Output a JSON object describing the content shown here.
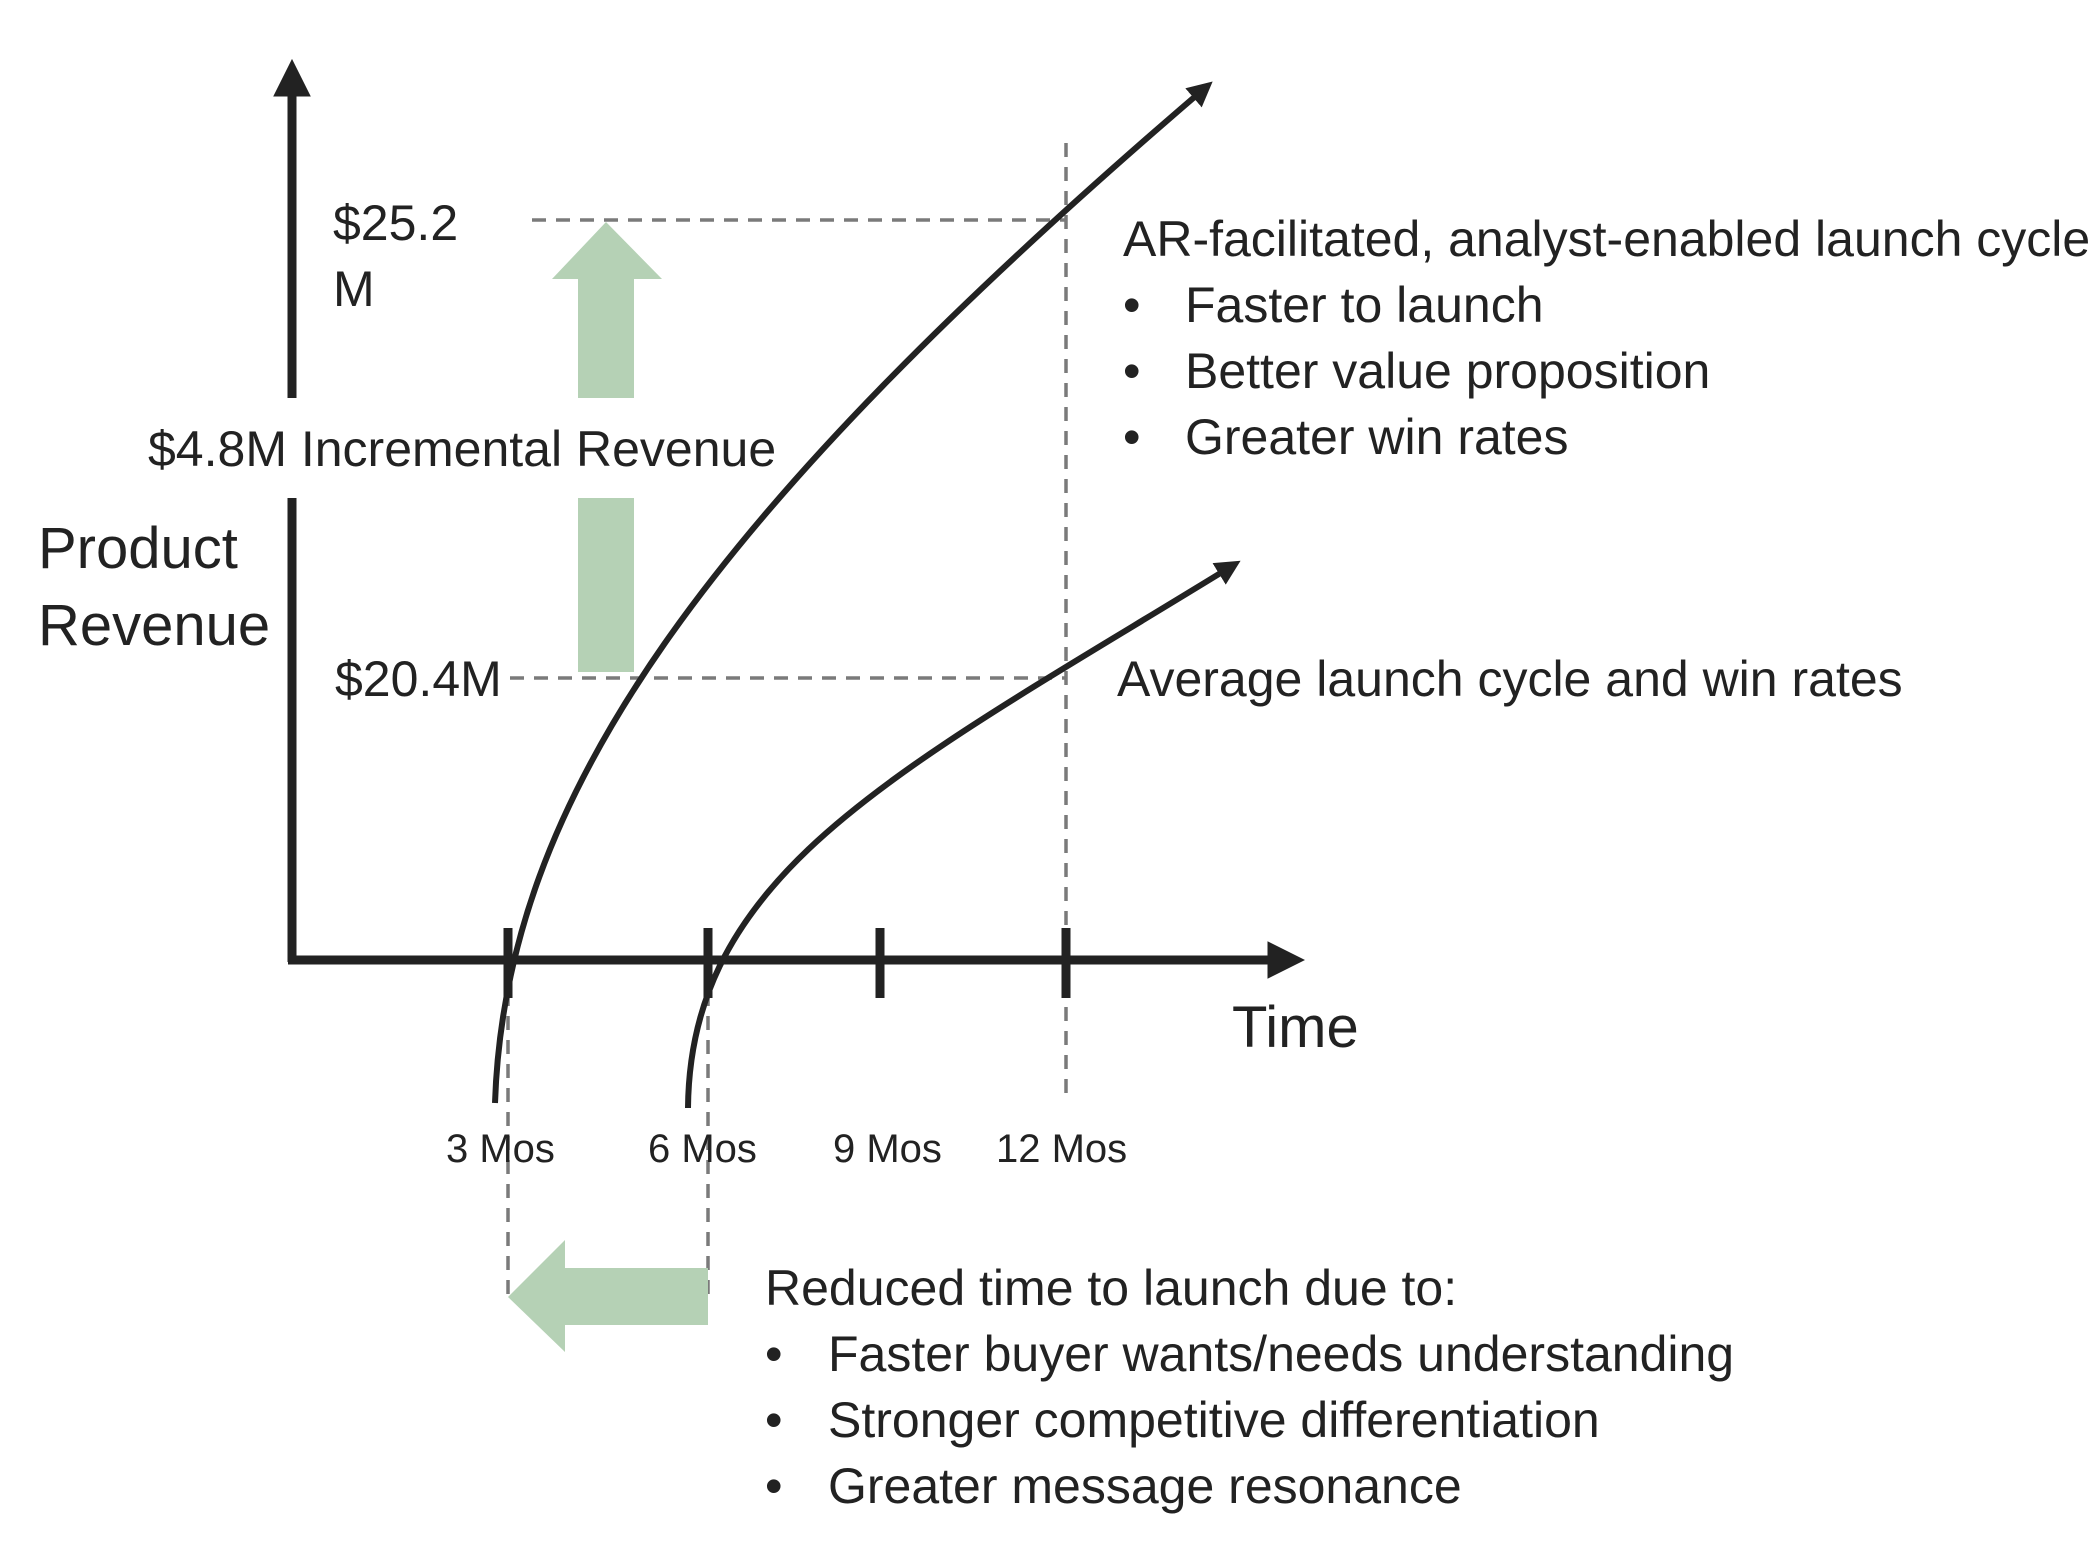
{
  "colors": {
    "ink": "#222222",
    "guide": "#7a7a7a",
    "accent_green": "#b5d1b5"
  },
  "axes": {
    "y_title_line1": "Product",
    "y_title_line2": "Revenue",
    "x_title": "Time",
    "ticks": [
      "3 Mos",
      "6 Mos",
      "9 Mos",
      "12 Mos"
    ]
  },
  "levels": {
    "high_line1": "$25.2",
    "high_line2": "M",
    "low": "$20.4M",
    "incremental": "$4.8M Incremental Revenue"
  },
  "curves": {
    "ar": {
      "title": "AR-facilitated, analyst-enabled launch cycle",
      "bullets": [
        "Faster to launch",
        "Better value proposition",
        "Greater win rates"
      ]
    },
    "average": {
      "title": "Average launch cycle and win rates"
    }
  },
  "time_reduction": {
    "title": "Reduced time to launch due to:",
    "bullets": [
      "Faster buyer wants/needs understanding",
      "Stronger competitive differentiation",
      "Greater message resonance"
    ]
  },
  "icons": {
    "up_arrow": "up-arrow-icon",
    "left_arrow": "left-arrow-icon",
    "bullet": "bullet-icon"
  },
  "bullet_char": "•"
}
